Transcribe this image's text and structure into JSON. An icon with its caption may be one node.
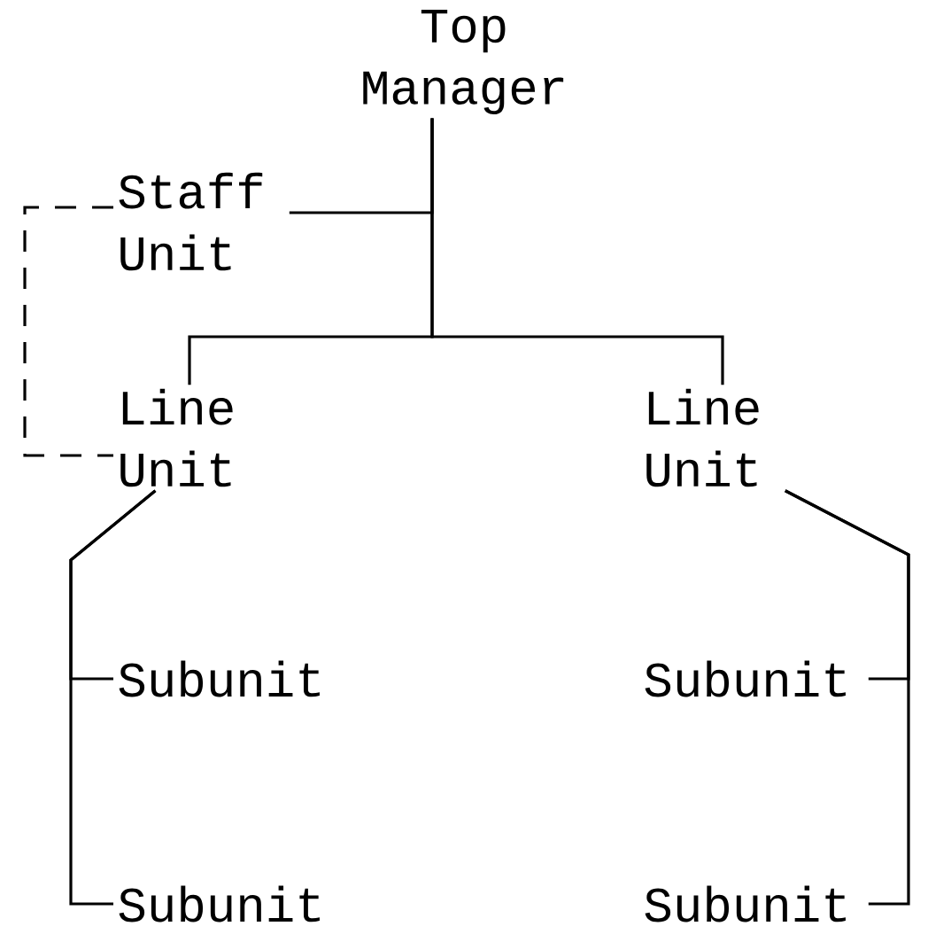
{
  "diagram": {
    "nodes": [
      {
        "text": [
          "Top Manager"
        ]
      },
      {
        "text": [
          "Staff Unit"
        ]
      },
      {
        "text": [
          "Line Unit"
        ]
      },
      {
        "text": [
          "Line Unit"
        ]
      },
      {
        "text": [
          "Subunit"
        ]
      },
      {
        "text": [
          "Subunit"
        ]
      },
      {
        "text": [
          "Subunit"
        ]
      },
      {
        "text": [
          "Subunit"
        ]
      }
    ],
    "edges": [
      {
        "from": 0,
        "to": 1,
        "arrow": "none"
      },
      {
        "from": 0,
        "to": 2,
        "arrow": "none"
      },
      {
        "from": 0,
        "to": 3,
        "arrow": "none"
      },
      {
        "from": 1,
        "to": 2,
        "arrow": "none",
        "style": "dashed"
      },
      {
        "from": 2,
        "to": 4,
        "arrow": "none"
      },
      {
        "from": 2,
        "to": 6,
        "arrow": "none"
      },
      {
        "from": 3,
        "to": 5,
        "arrow": "none"
      },
      {
        "from": 3,
        "to": 7,
        "arrow": "none"
      }
    ]
  }
}
